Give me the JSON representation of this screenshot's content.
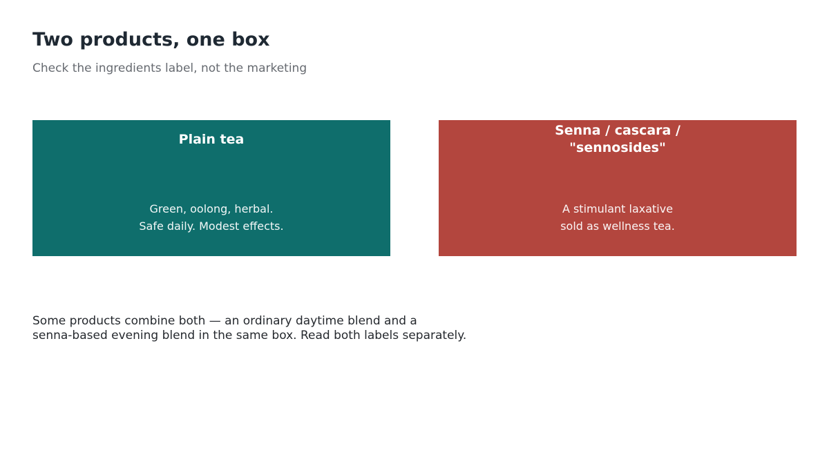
{
  "header": {
    "title": "Two products, one box",
    "subtitle": "Check the ingredients label, not the marketing"
  },
  "cards": [
    {
      "heading": "Plain tea",
      "lines": [
        "Green, oolong, herbal.",
        "Safe daily. Modest effects."
      ],
      "color": "#0f6e6c"
    },
    {
      "heading_lines": [
        "Senna / cascara /",
        "\"sennosides\""
      ],
      "lines": [
        "A stimulant laxative",
        "sold as wellness tea."
      ],
      "color": "#b3463e"
    }
  ],
  "note": {
    "lines": [
      "Some products combine both — an ordinary daytime blend and a",
      "senna-based evening blend in the same box. Read both labels separately."
    ]
  }
}
